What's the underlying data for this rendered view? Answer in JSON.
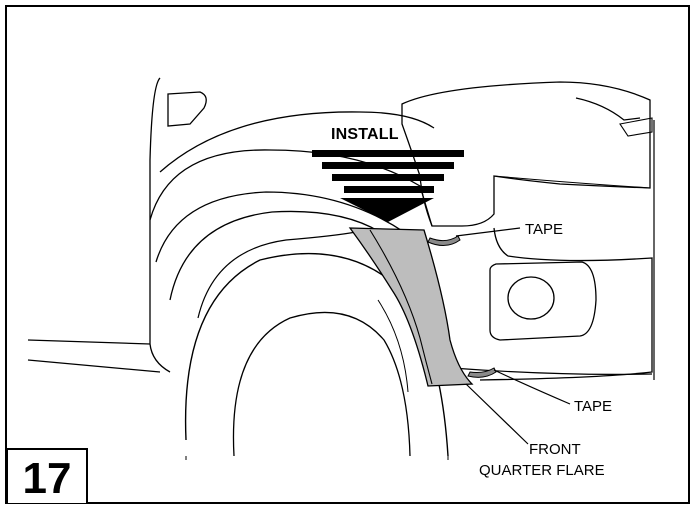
{
  "step": {
    "number": "17"
  },
  "labels": {
    "install": "INSTALL",
    "tape_upper": "TAPE",
    "tape_lower": "TAPE",
    "part_line1": "FRONT",
    "part_line2": "QUARTER FLARE"
  },
  "colors": {
    "outline": "#000000",
    "flare_fill": "#bdbdbd",
    "tape_fill": "#8a8a8a",
    "background": "#ffffff"
  }
}
